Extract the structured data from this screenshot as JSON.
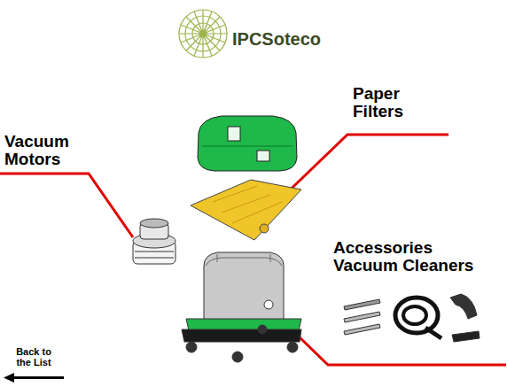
{
  "diagram": {
    "labels": [
      "IPCSoteco",
      "Vacuum Motors",
      "Paper Filters",
      "Accessories Vacuum Cleaners",
      "Back to the List"
    ]
  }
}
